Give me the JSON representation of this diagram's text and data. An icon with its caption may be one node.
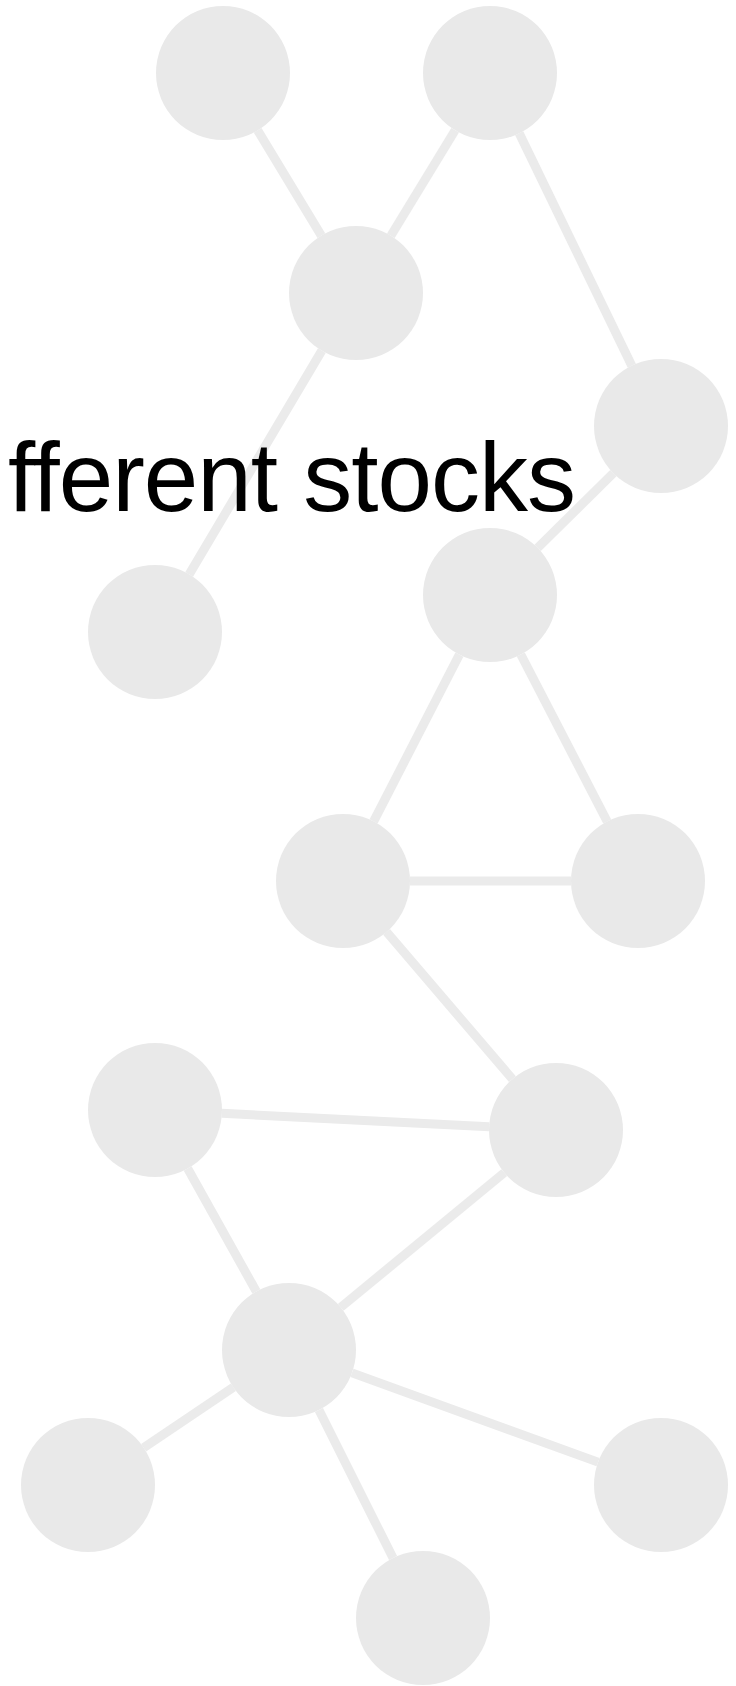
{
  "diagram": {
    "nodes": [
      {
        "text": [],
        "shape": "circle"
      },
      {
        "text": [],
        "shape": "circle"
      },
      {
        "text": [],
        "shape": "circle"
      },
      {
        "text": [],
        "shape": "circle"
      },
      {
        "text": [],
        "shape": "circle"
      },
      {
        "text": [],
        "shape": "circle"
      },
      {
        "text": [],
        "shape": "circle"
      },
      {
        "text": [],
        "shape": "circle"
      },
      {
        "text": [],
        "shape": "circle"
      },
      {
        "text": [],
        "shape": "circle"
      },
      {
        "text": [],
        "shape": "circle"
      },
      {
        "text": [],
        "shape": "circle"
      },
      {
        "text": [],
        "shape": "circle"
      },
      {
        "text": [],
        "shape": "circle"
      }
    ],
    "edges": [
      {
        "from": 0,
        "to": 2,
        "arrow": "none"
      },
      {
        "from": 1,
        "to": 2,
        "arrow": "none"
      },
      {
        "from": 1,
        "to": 3,
        "arrow": "none"
      },
      {
        "from": 2,
        "to": 4,
        "arrow": "none"
      },
      {
        "from": 3,
        "to": 5,
        "arrow": "none"
      },
      {
        "from": 5,
        "to": 6,
        "arrow": "none"
      },
      {
        "from": 5,
        "to": 7,
        "arrow": "none"
      },
      {
        "from": 6,
        "to": 7,
        "arrow": "none"
      },
      {
        "from": 6,
        "to": 8,
        "arrow": "none"
      },
      {
        "from": 9,
        "to": 8,
        "arrow": "none"
      },
      {
        "from": 9,
        "to": 10,
        "arrow": "none"
      },
      {
        "from": 8,
        "to": 10,
        "arrow": "none"
      },
      {
        "from": 10,
        "to": 11,
        "arrow": "none"
      },
      {
        "from": 10,
        "to": 12,
        "arrow": "none"
      },
      {
        "from": 10,
        "to": 13,
        "arrow": "none"
      }
    ],
    "labels": [
      "fferent stocks"
    ]
  }
}
